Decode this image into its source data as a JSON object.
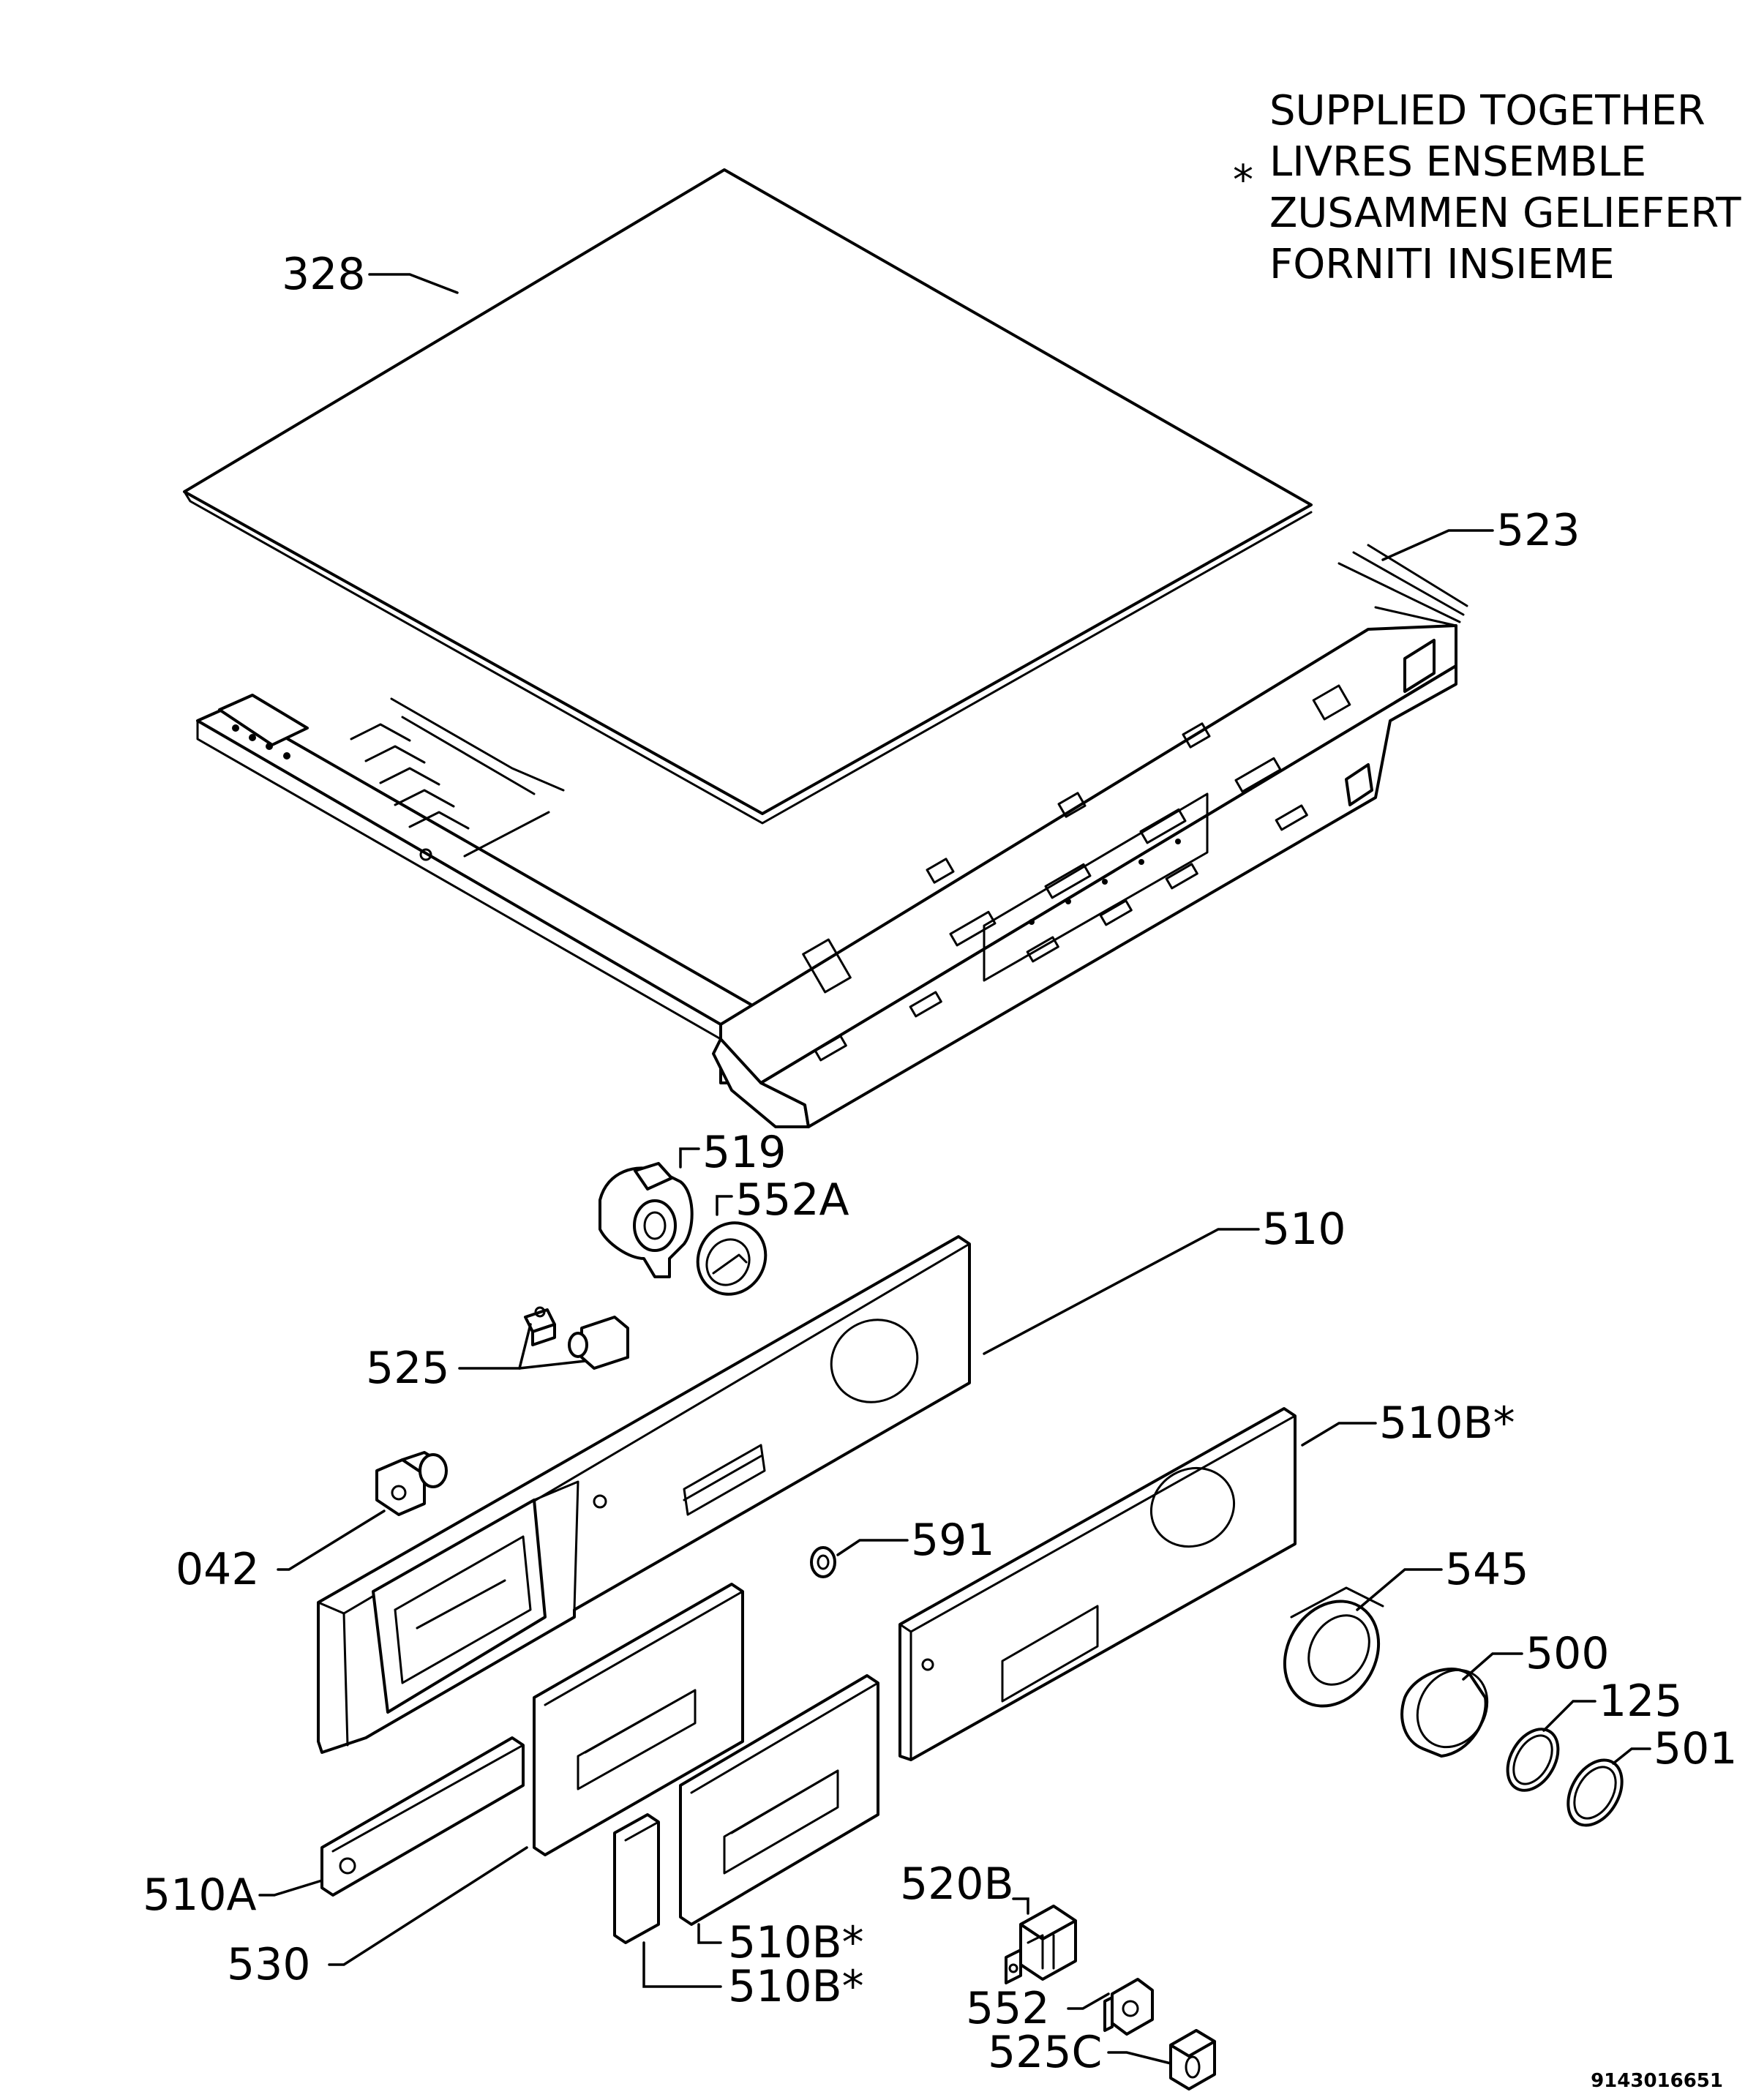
{
  "note": {
    "asterisk": "*",
    "lines": [
      "SUPPLIED TOGETHER",
      "LIVRES ENSEMBLE",
      "ZUSAMMEN GELIEFERT",
      "FORNITI INSIEME"
    ]
  },
  "labels": {
    "p328": "328",
    "p523": "523",
    "p519": "519",
    "p552A": "552A",
    "p510": "510",
    "p525": "525",
    "p510B_right": "510B*",
    "p042": "042",
    "p591": "591",
    "p545": "545",
    "p500": "500",
    "p125": "125",
    "p501": "501",
    "p510A": "510A",
    "p530": "530",
    "p520B": "520B",
    "p510B_mid": "510B*",
    "p510B_low": "510B*",
    "p552": "552",
    "p525C": "525C"
  },
  "doc_id": "9143016651"
}
